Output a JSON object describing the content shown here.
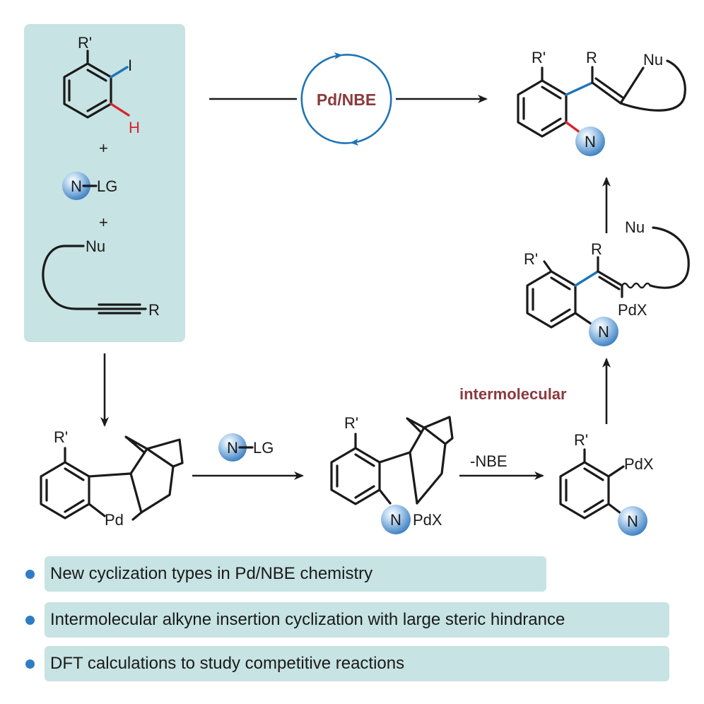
{
  "reagents": {
    "r_prime": "R'",
    "iodo": "I",
    "hydrogen": "H",
    "plus": "+",
    "n_label": "N",
    "lg": "LG",
    "nu": "Nu",
    "r": "R"
  },
  "catalyst_label": "Pd/NBE",
  "product": {
    "r_prime": "R'",
    "r": "R",
    "nu": "Nu",
    "n_label": "N"
  },
  "intermediate_vinyl": {
    "r_prime": "R'",
    "r": "R",
    "nu": "Nu",
    "pdx": "PdX",
    "n_label": "N"
  },
  "intermolecular_label": "intermolecular",
  "palladacycle": {
    "r_prime": "R'",
    "pd": "Pd"
  },
  "amination_reagent": {
    "n_label": "N",
    "lg": "LG"
  },
  "nbe_aryl": {
    "r_prime": "R'",
    "n_label": "N",
    "pdx": "PdX"
  },
  "minus_nbe_label": "-NBE",
  "aryl_pd": {
    "r_prime": "R'",
    "pdx": "PdX",
    "n_label": "N"
  },
  "bullets": [
    "New cyclization types in Pd/NBE chemistry",
    "Intermolecular alkyne insertion cyclization with large steric hindrance",
    "DFT calculations to study competitive reactions"
  ],
  "colors": {
    "panel": "#c7e3e3",
    "blue_bond": "#1f74b5",
    "red_bond": "#d8242b",
    "label_red": "#8b3a3e",
    "sphere": "#5b9ad6",
    "bullet": "#2f7cc4"
  }
}
